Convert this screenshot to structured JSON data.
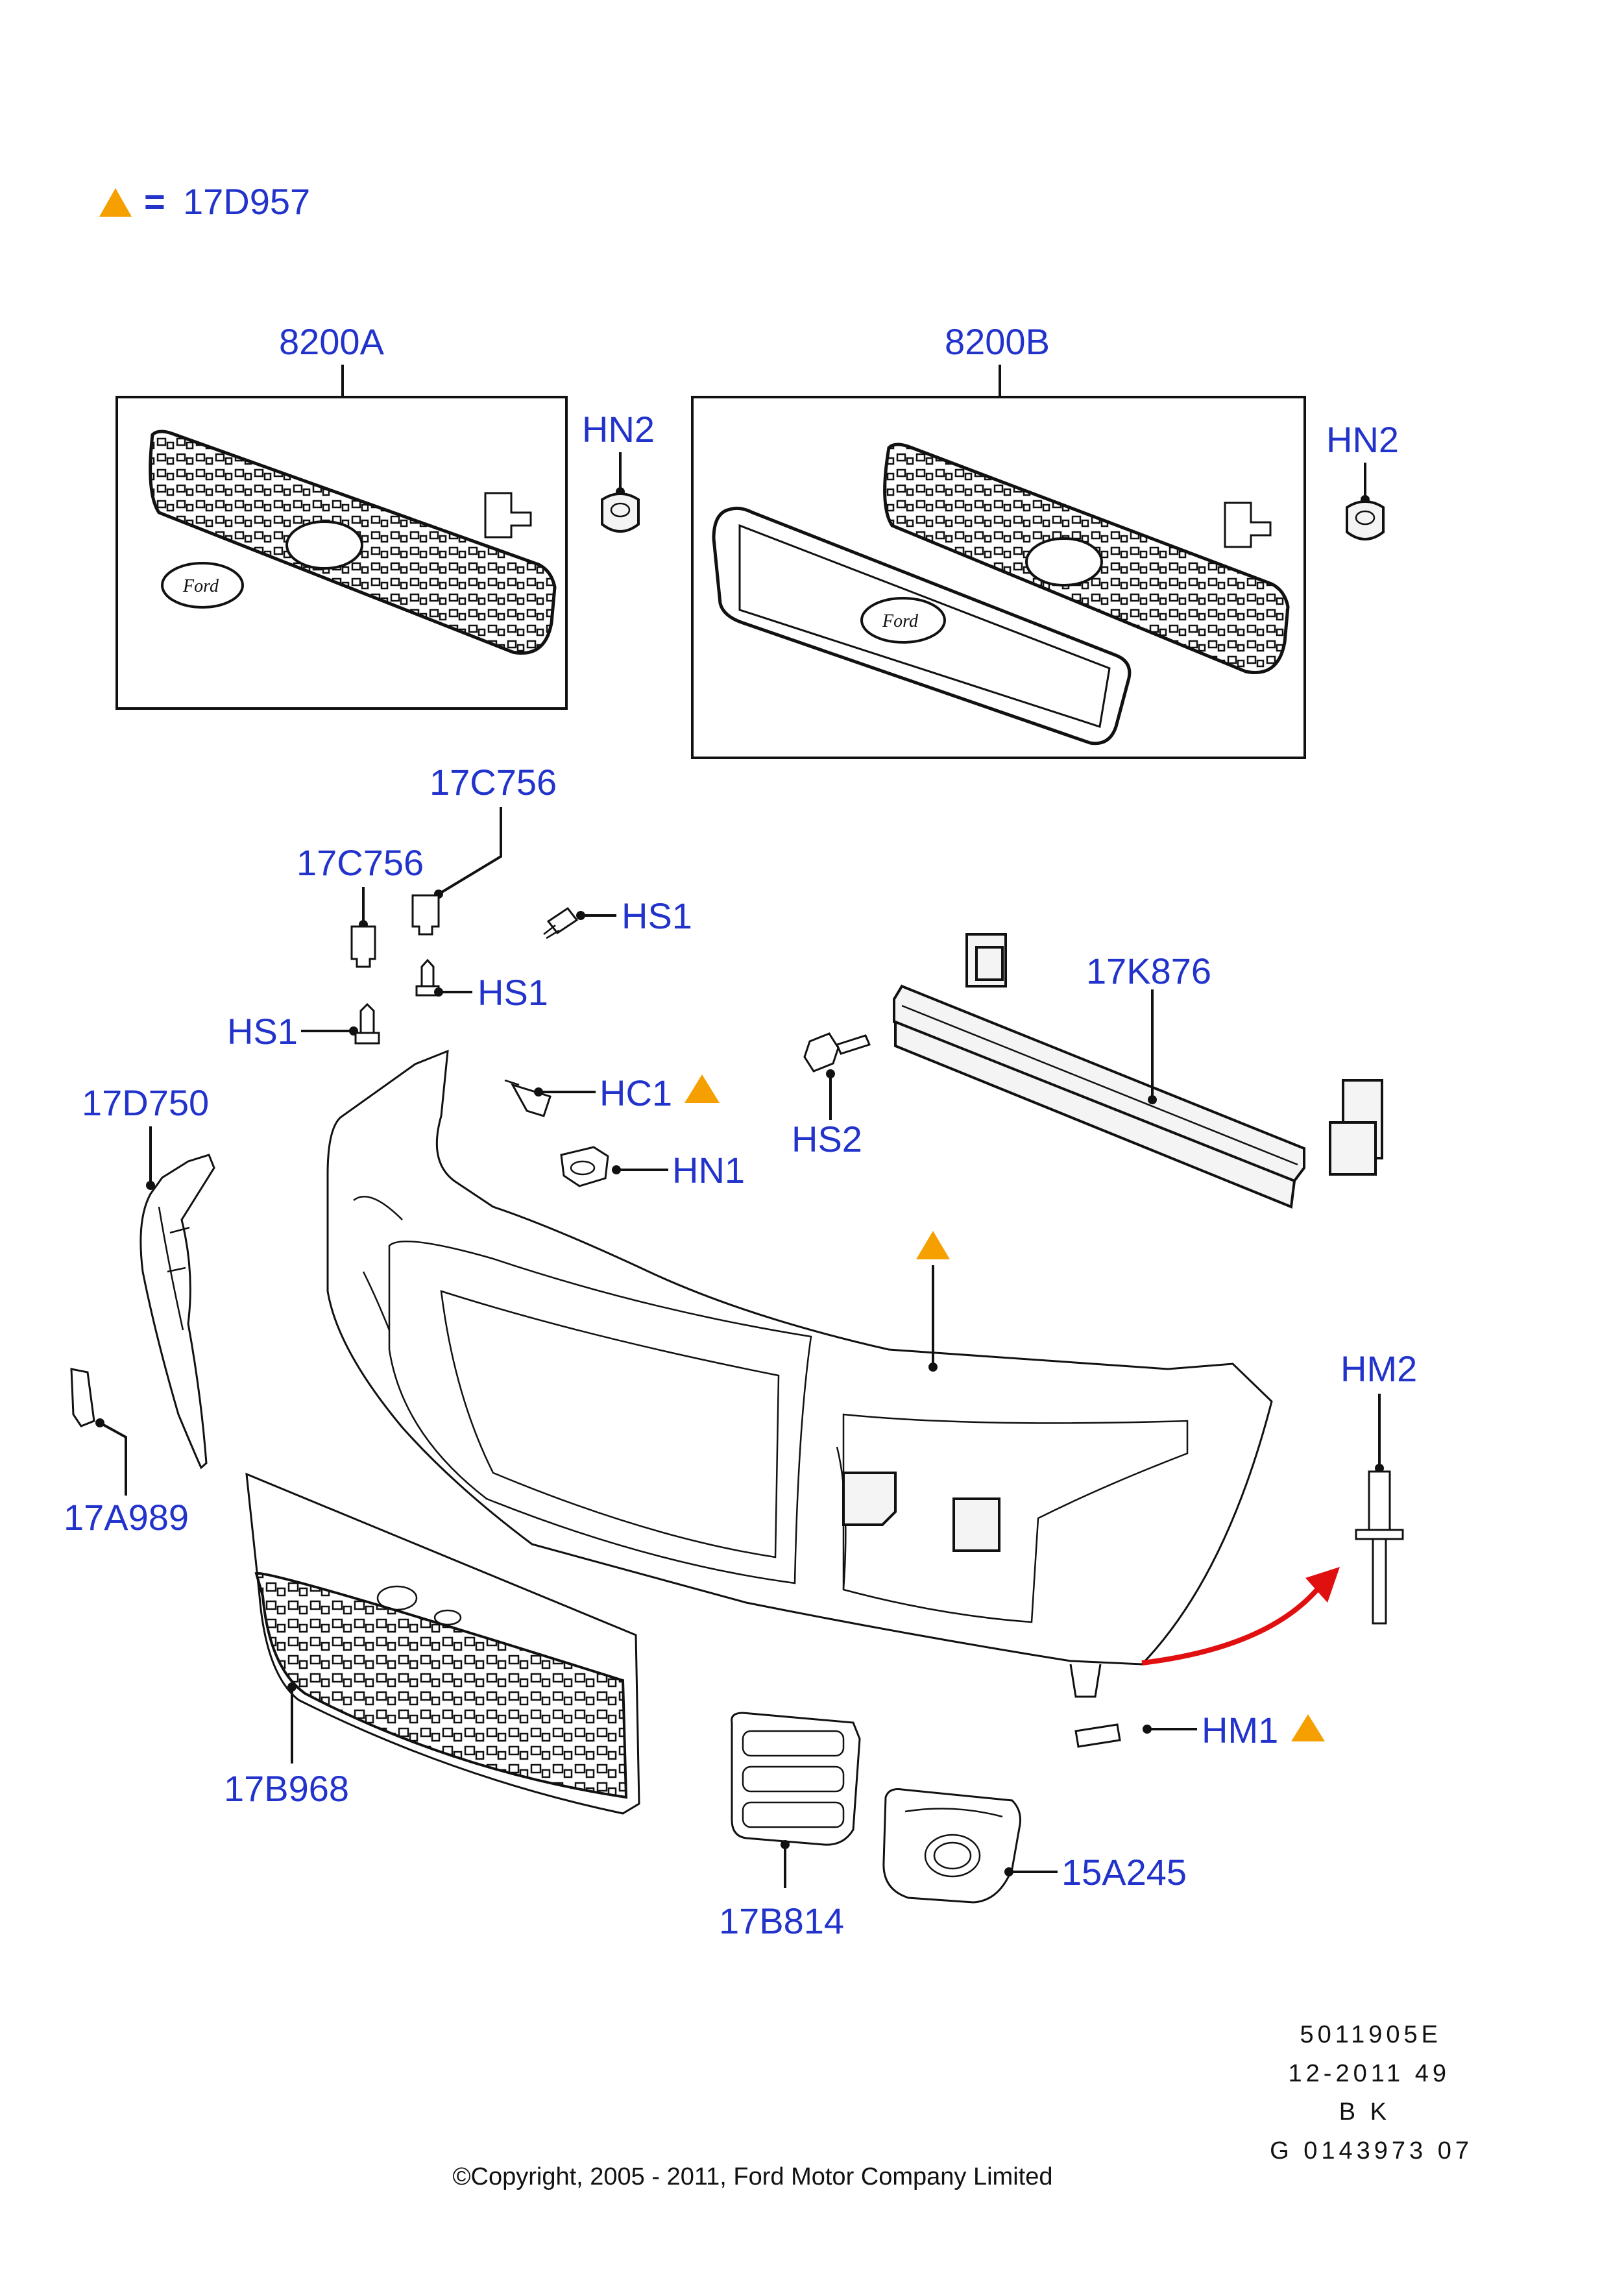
{
  "legend": {
    "symbol": "triangle-warning-icon",
    "equals": "=",
    "part": "17D957"
  },
  "labels": {
    "grille_kit_a": "8200A",
    "grille_kit_b": "8200B",
    "hn2_left": "HN2",
    "hn2_right": "HN2",
    "clip_17c756_top": "17C756",
    "clip_17c756_left": "17C756",
    "hs1_top": "HS1",
    "hs1_mid": "HS1",
    "hs1_left": "HS1",
    "hc1": "HC1",
    "hn1": "HN1",
    "hs2": "HS2",
    "reinforcement": "17K876",
    "bracket_17d750": "17D750",
    "cover_17a989": "17A989",
    "lower_grille": "17B968",
    "insert_17b814": "17B814",
    "foglamp_bezel": "15A245",
    "hm1": "HM1",
    "hm2": "HM2"
  },
  "reference": [
    "5011905E",
    "12-2011 49",
    "B K",
    "G 0143973 07"
  ],
  "copyright": "©Copyright, 2005 - 2011, Ford Motor Company Limited",
  "colors": {
    "label": "#2233cc",
    "triangle": "#f5a000",
    "arrow": "#e01010",
    "line": "#111111"
  }
}
